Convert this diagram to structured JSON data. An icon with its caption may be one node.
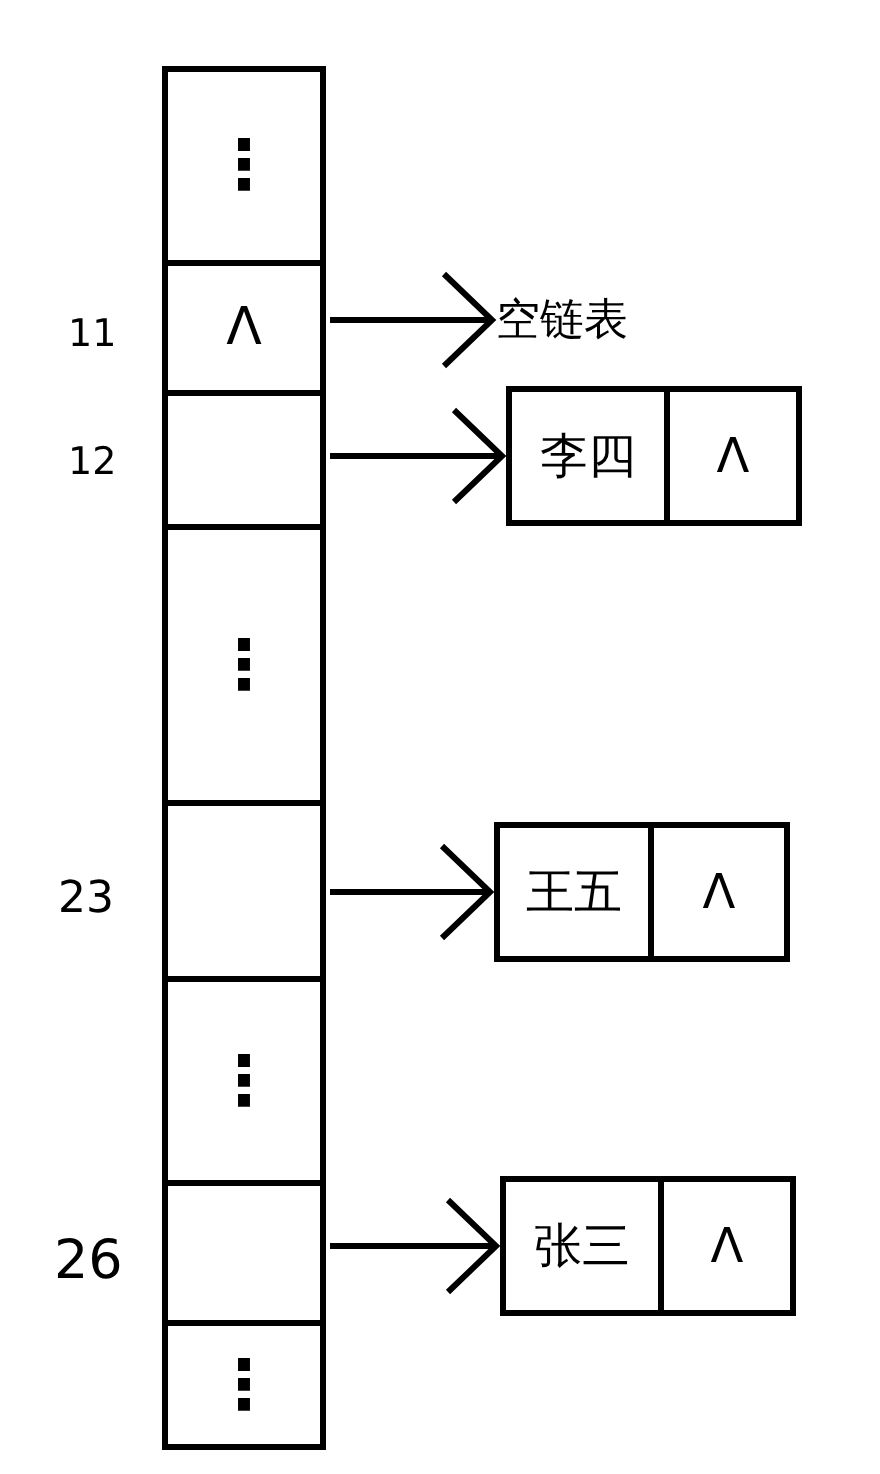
{
  "diagram": {
    "nodes": [
      {
        "text": [
          "⋮"
        ]
      },
      {
        "text": [
          "Λ"
        ],
        "beside": [
          "11"
        ]
      },
      {
        "text": [],
        "shape": "box",
        "beside": [
          "12"
        ]
      },
      {
        "text": [
          "⋮"
        ]
      },
      {
        "text": [],
        "shape": "box",
        "beside": [
          "23"
        ]
      },
      {
        "text": [
          "⋮"
        ]
      },
      {
        "text": [],
        "shape": "box",
        "beside": [
          "26"
        ]
      },
      {
        "text": [
          "⋮"
        ]
      },
      {
        "text": [
          "空链表"
        ]
      },
      {
        "text": [
          "李四",
          "Λ"
        ]
      },
      {
        "text": [
          "王五",
          "Λ"
        ]
      },
      {
        "text": [
          "张三",
          "Λ"
        ]
      }
    ],
    "edges": [
      {
        "from": 1,
        "to": 8,
        "arrow": "to"
      },
      {
        "from": 2,
        "to": 9,
        "arrow": "to"
      },
      {
        "from": 4,
        "to": 10,
        "arrow": "to"
      },
      {
        "from": 6,
        "to": 11,
        "arrow": "to"
      }
    ]
  }
}
